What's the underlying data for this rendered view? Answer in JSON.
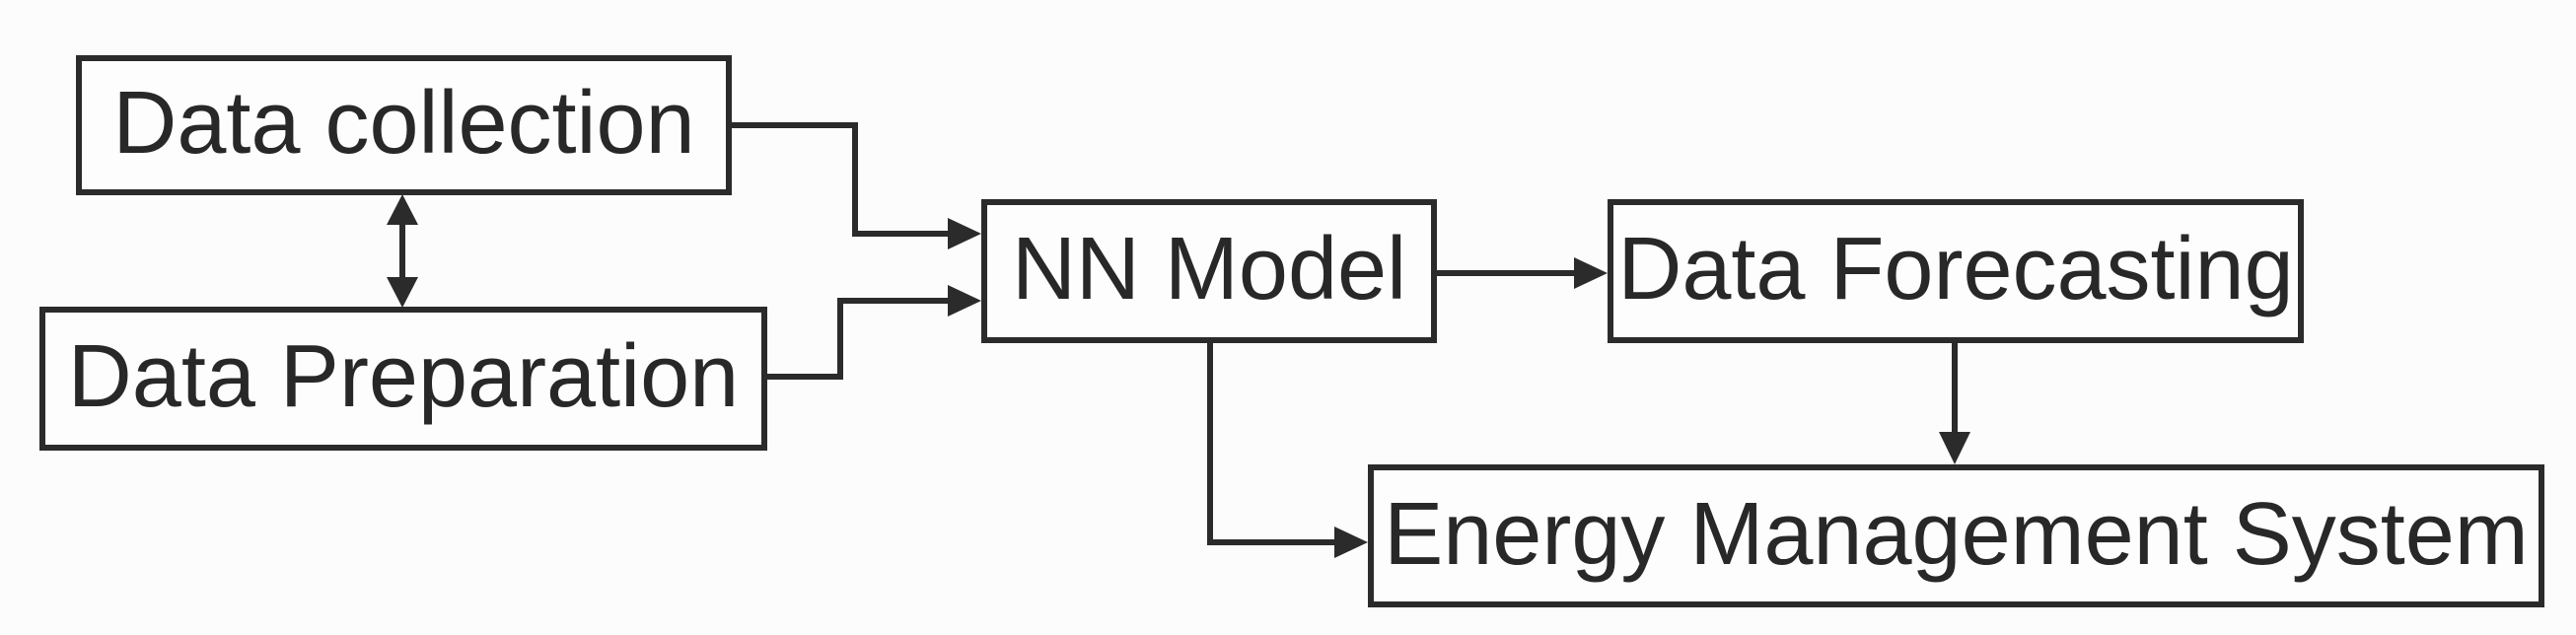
{
  "diagram": {
    "type": "flowchart",
    "nodes": {
      "data_collection": {
        "label": "Data collection"
      },
      "data_preparation": {
        "label": "Data Preparation"
      },
      "nn_model": {
        "label": "NN Model"
      },
      "data_forecasting": {
        "label": "Data Forecasting"
      },
      "energy_management": {
        "label": "Energy Management System"
      }
    },
    "edges": [
      {
        "from": "data_collection",
        "to": "data_preparation",
        "type": "bidirectional-arrow"
      },
      {
        "from": "data_collection",
        "to": "nn_model",
        "type": "arrow"
      },
      {
        "from": "data_preparation",
        "to": "nn_model",
        "type": "arrow"
      },
      {
        "from": "nn_model",
        "to": "data_forecasting",
        "type": "arrow"
      },
      {
        "from": "nn_model",
        "to": "energy_management",
        "type": "arrow"
      },
      {
        "from": "data_forecasting",
        "to": "energy_management",
        "type": "arrow"
      }
    ],
    "colors": {
      "stroke": "#2b2b2b",
      "text": "#282828",
      "box_fill": "#fdfdfd",
      "background": "#fcfcfc"
    }
  }
}
